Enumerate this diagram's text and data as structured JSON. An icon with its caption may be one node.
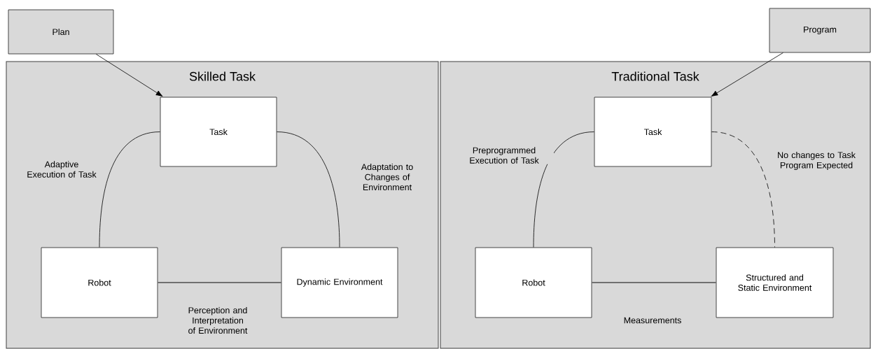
{
  "diagram": {
    "nodes": [
      {
        "text": [
          "Plan"
        ]
      },
      {
        "text": [
          "Skilled Task"
        ]
      },
      {
        "text": [
          "Task"
        ],
        "in": 1
      },
      {
        "text": [
          "Robot"
        ],
        "in": 1
      },
      {
        "text": [
          "Dynamic Environment"
        ],
        "in": 1
      },
      {
        "text": [
          "Program"
        ]
      },
      {
        "text": [
          "Traditional Task"
        ]
      },
      {
        "text": [
          "Task"
        ],
        "in": 6
      },
      {
        "text": [
          "Robot"
        ],
        "in": 6
      },
      {
        "text": [
          "Structured and Static Environment"
        ],
        "in": 6
      }
    ],
    "edges": [
      {
        "from": 0,
        "to": 2,
        "arrow": "to"
      },
      {
        "from": 3,
        "to": 2,
        "arrow": "none",
        "label": "Adaptive Execution of Task"
      },
      {
        "from": 2,
        "to": 4,
        "arrow": "none",
        "label": "Adaptation to Changes of Environment"
      },
      {
        "from": 3,
        "to": 4,
        "arrow": "none",
        "label": "Perception and Interpretation of Environment"
      },
      {
        "from": 5,
        "to": 7,
        "arrow": "to"
      },
      {
        "from": 8,
        "to": 7,
        "arrow": "none",
        "label": "Preprogrammed Execution of Task"
      },
      {
        "from": 7,
        "to": 9,
        "arrow": "none",
        "style": "dashed",
        "label": "No changes to Task Program Expected"
      },
      {
        "from": 8,
        "to": 9,
        "arrow": "none",
        "label": "Measurements"
      }
    ]
  }
}
